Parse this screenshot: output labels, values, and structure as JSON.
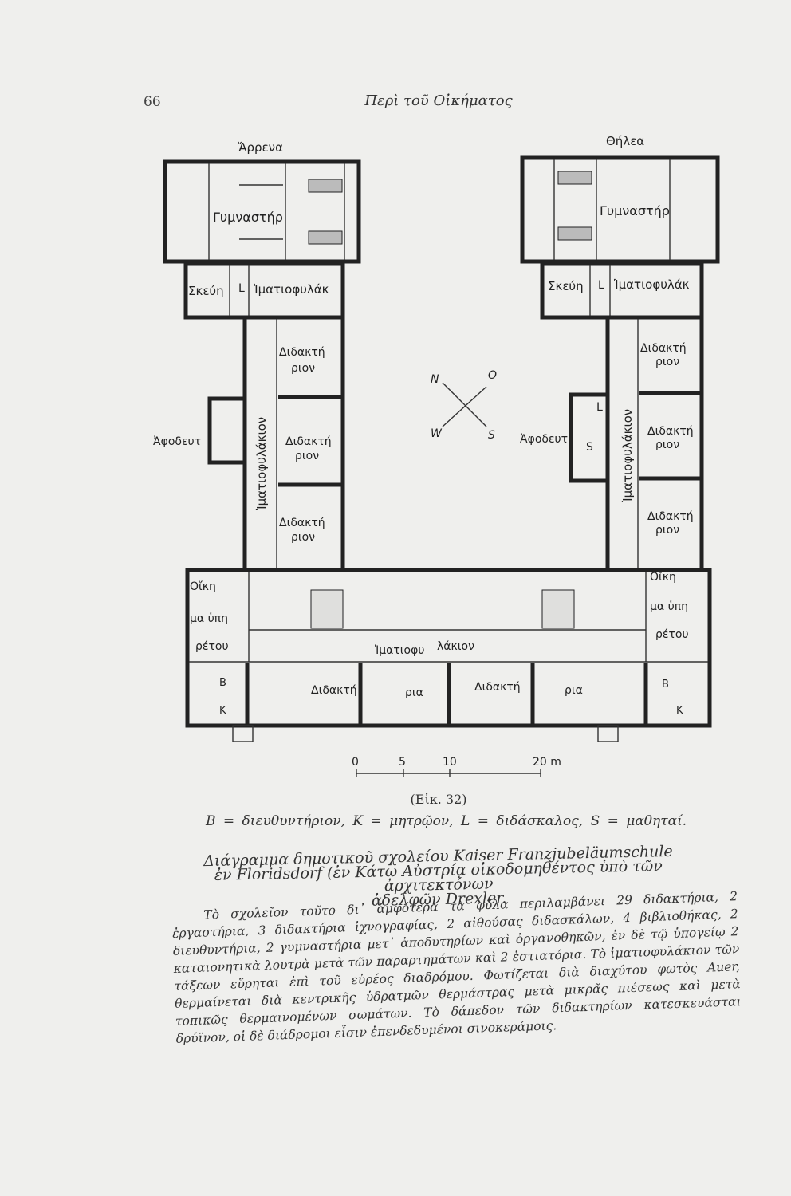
{
  "header": {
    "page_number": "66",
    "title": "Περὶ τοῦ Οἰκήματος"
  },
  "plan": {
    "wing_left_label": "Ἄρρενα",
    "wing_right_label": "Θήλεα",
    "gym": "Γυμναστήρ",
    "storage": "Σκεύη",
    "L": "L",
    "cloakroom": "Ἱματιοφυλάκ",
    "classroom_a": "Διδακτή",
    "classroom_b": "ριον",
    "corridor_vertical": "Ἱματιοφυλάκιον",
    "toilet": "Ἀφοδευτ",
    "S": "S",
    "dwelling_a": "Οἴκη",
    "dwelling_b": "μα ὑπη",
    "dwelling_c": "ρέτου",
    "corridor_bottom_a": "Ἱματιοφυ",
    "corridor_bottom_b": "λάκιον",
    "bottom_classroom_a": "Διδακτή",
    "bottom_classroom_b": "ρια",
    "B": "B",
    "K": "K",
    "compass": {
      "N": "N",
      "O": "O",
      "W": "W",
      "S": "S"
    },
    "scale": {
      "t0": "0",
      "t5": "5",
      "t10": "10",
      "t20": "20 m"
    }
  },
  "figure": {
    "number": "(Εἰκ. 32)",
    "legend": "B = διευθυντήριον,  K = μητρῷον,  L = διδάσκαλος,  S = μαθηταί.",
    "caption_1": "Διάγραμμα δημοτικοῦ σχολείου Kaiser Franzjubeläumschule",
    "caption_2": "ἐν Floridsdorf (ἐν Κάτω Αὐστρίᾳ οἰκοδομηθέντος ὑπὸ τῶν ἀρχιτεκτόνων",
    "caption_3": "ἀδελφῶν Drexler."
  },
  "body": {
    "paragraph": "Τὸ σχολεῖον τοῦτο δι᾽ ἀμφότερα τὰ φῦλα περιλαμβάνει 29 διδακτήρια, 2 ἐργαστήρια, 3 διδακτήρια ἰχνογραφίας, 2 αἰθούσας διδασκάλων, 4 βιβλιοθήκας, 2 διευθυντήρια, 2 γυμναστήρια μετ᾽ ἀποδυτηρίων καὶ ὀργανοθηκῶν, ἐν δὲ τῷ ὑπογείῳ 2 καταιονητικὰ λουτρὰ μετὰ τῶν παραρτημάτων καὶ 2 ἑστιατόρια. Τὸ ἱματιοφυλάκιον τῶν τάξεων εὕρηται ἐπὶ τοῦ εὐρέος διαδρόμου. Φωτίζεται διὰ διαχύτου φωτὸς Auer, θερμαίνεται διὰ κεντρικῆς ὑδρατμῶν θερμάστρας μετὰ μικρᾶς πιέσεως καὶ μετὰ τοπικῶς θερμαινομένων σωμάτων. Τὸ δάπεδον τῶν διδακτηρίων κατεσκευάσται δρύϊνον, οἱ δὲ διάδρομοι εἶσιν ἐπενδεδυμένοι σινοκεράμοις."
  }
}
